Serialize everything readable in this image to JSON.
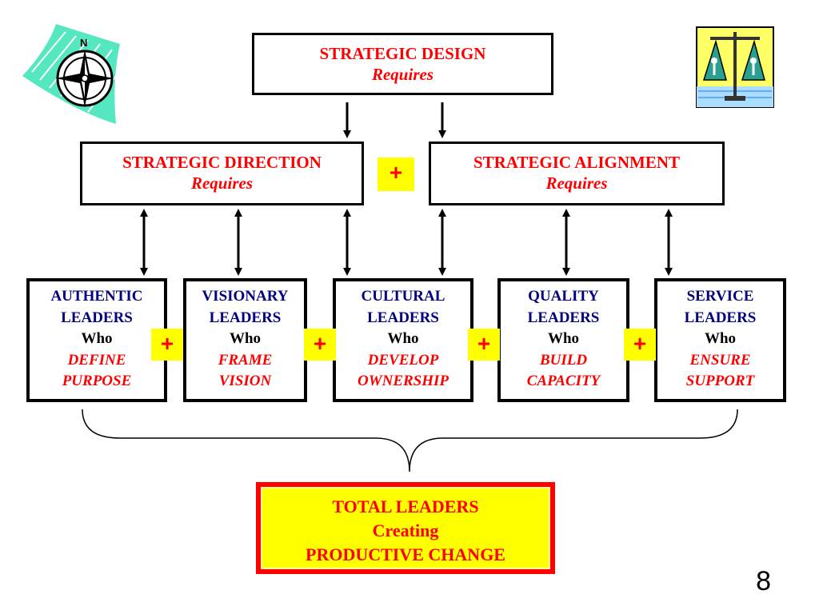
{
  "top": {
    "title": "STRATEGIC DESIGN",
    "sub": "Requires"
  },
  "direction": {
    "title": "STRATEGIC DIRECTION",
    "sub": "Requires"
  },
  "alignment": {
    "title": "STRATEGIC ALIGNMENT",
    "sub": "Requires"
  },
  "plus_symbol": "+",
  "leaders": [
    {
      "l1": "AUTHENTIC",
      "l2": "LEADERS",
      "who": "Who",
      "a1": "DEFINE",
      "a2": "PURPOSE"
    },
    {
      "l1": "VISIONARY",
      "l2": "LEADERS",
      "who": "Who",
      "a1": "FRAME",
      "a2": "VISION"
    },
    {
      "l1": "CULTURAL",
      "l2": "LEADERS",
      "who": "Who",
      "a1": "DEVELOP",
      "a2": "OWNERSHIP"
    },
    {
      "l1": "QUALITY",
      "l2": "LEADERS",
      "who": "Who",
      "a1": "BUILD",
      "a2": "CAPACITY"
    },
    {
      "l1": "SERVICE",
      "l2": "LEADERS",
      "who": "Who",
      "a1": "ENSURE",
      "a2": "SUPPORT"
    }
  ],
  "total": {
    "l1": "TOTAL LEADERS",
    "l2": "Creating",
    "l3": "PRODUCTIVE CHANGE"
  },
  "compass_label": "N",
  "page_number": "8",
  "colors": {
    "red": "#ff0000",
    "navy": "#000080",
    "yellow": "#ffff00",
    "teal": "#55e8c0"
  },
  "icons": {
    "compass": "compass-icon",
    "scales": "scales-of-justice-icon"
  }
}
